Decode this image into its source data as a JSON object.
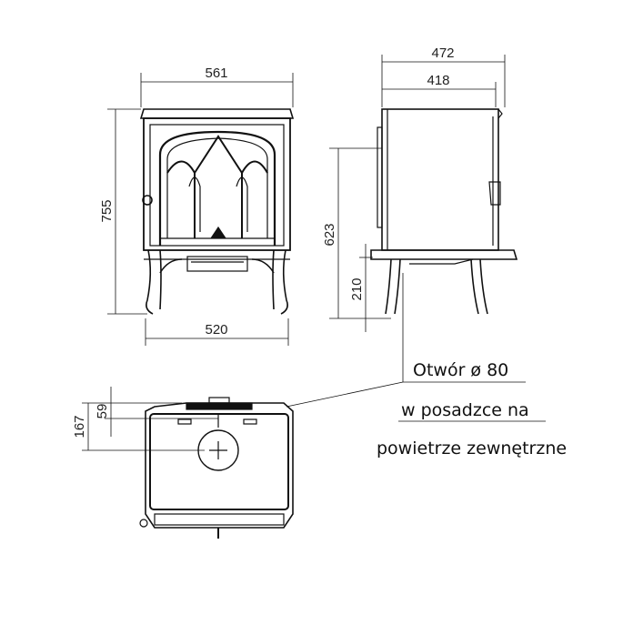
{
  "dimensions": {
    "front_width_top": "561",
    "front_height": "755",
    "front_width_legs": "520",
    "side_depth_total": "472",
    "side_depth_body": "418",
    "side_flue_height": "623",
    "side_air_inlet_height": "210",
    "top_offset_small": "59",
    "top_offset_large": "167"
  },
  "annotation": {
    "line1": "Otwór ø 80",
    "line2": "w posadzce na",
    "line3": "powietrze zewnętrzne"
  }
}
